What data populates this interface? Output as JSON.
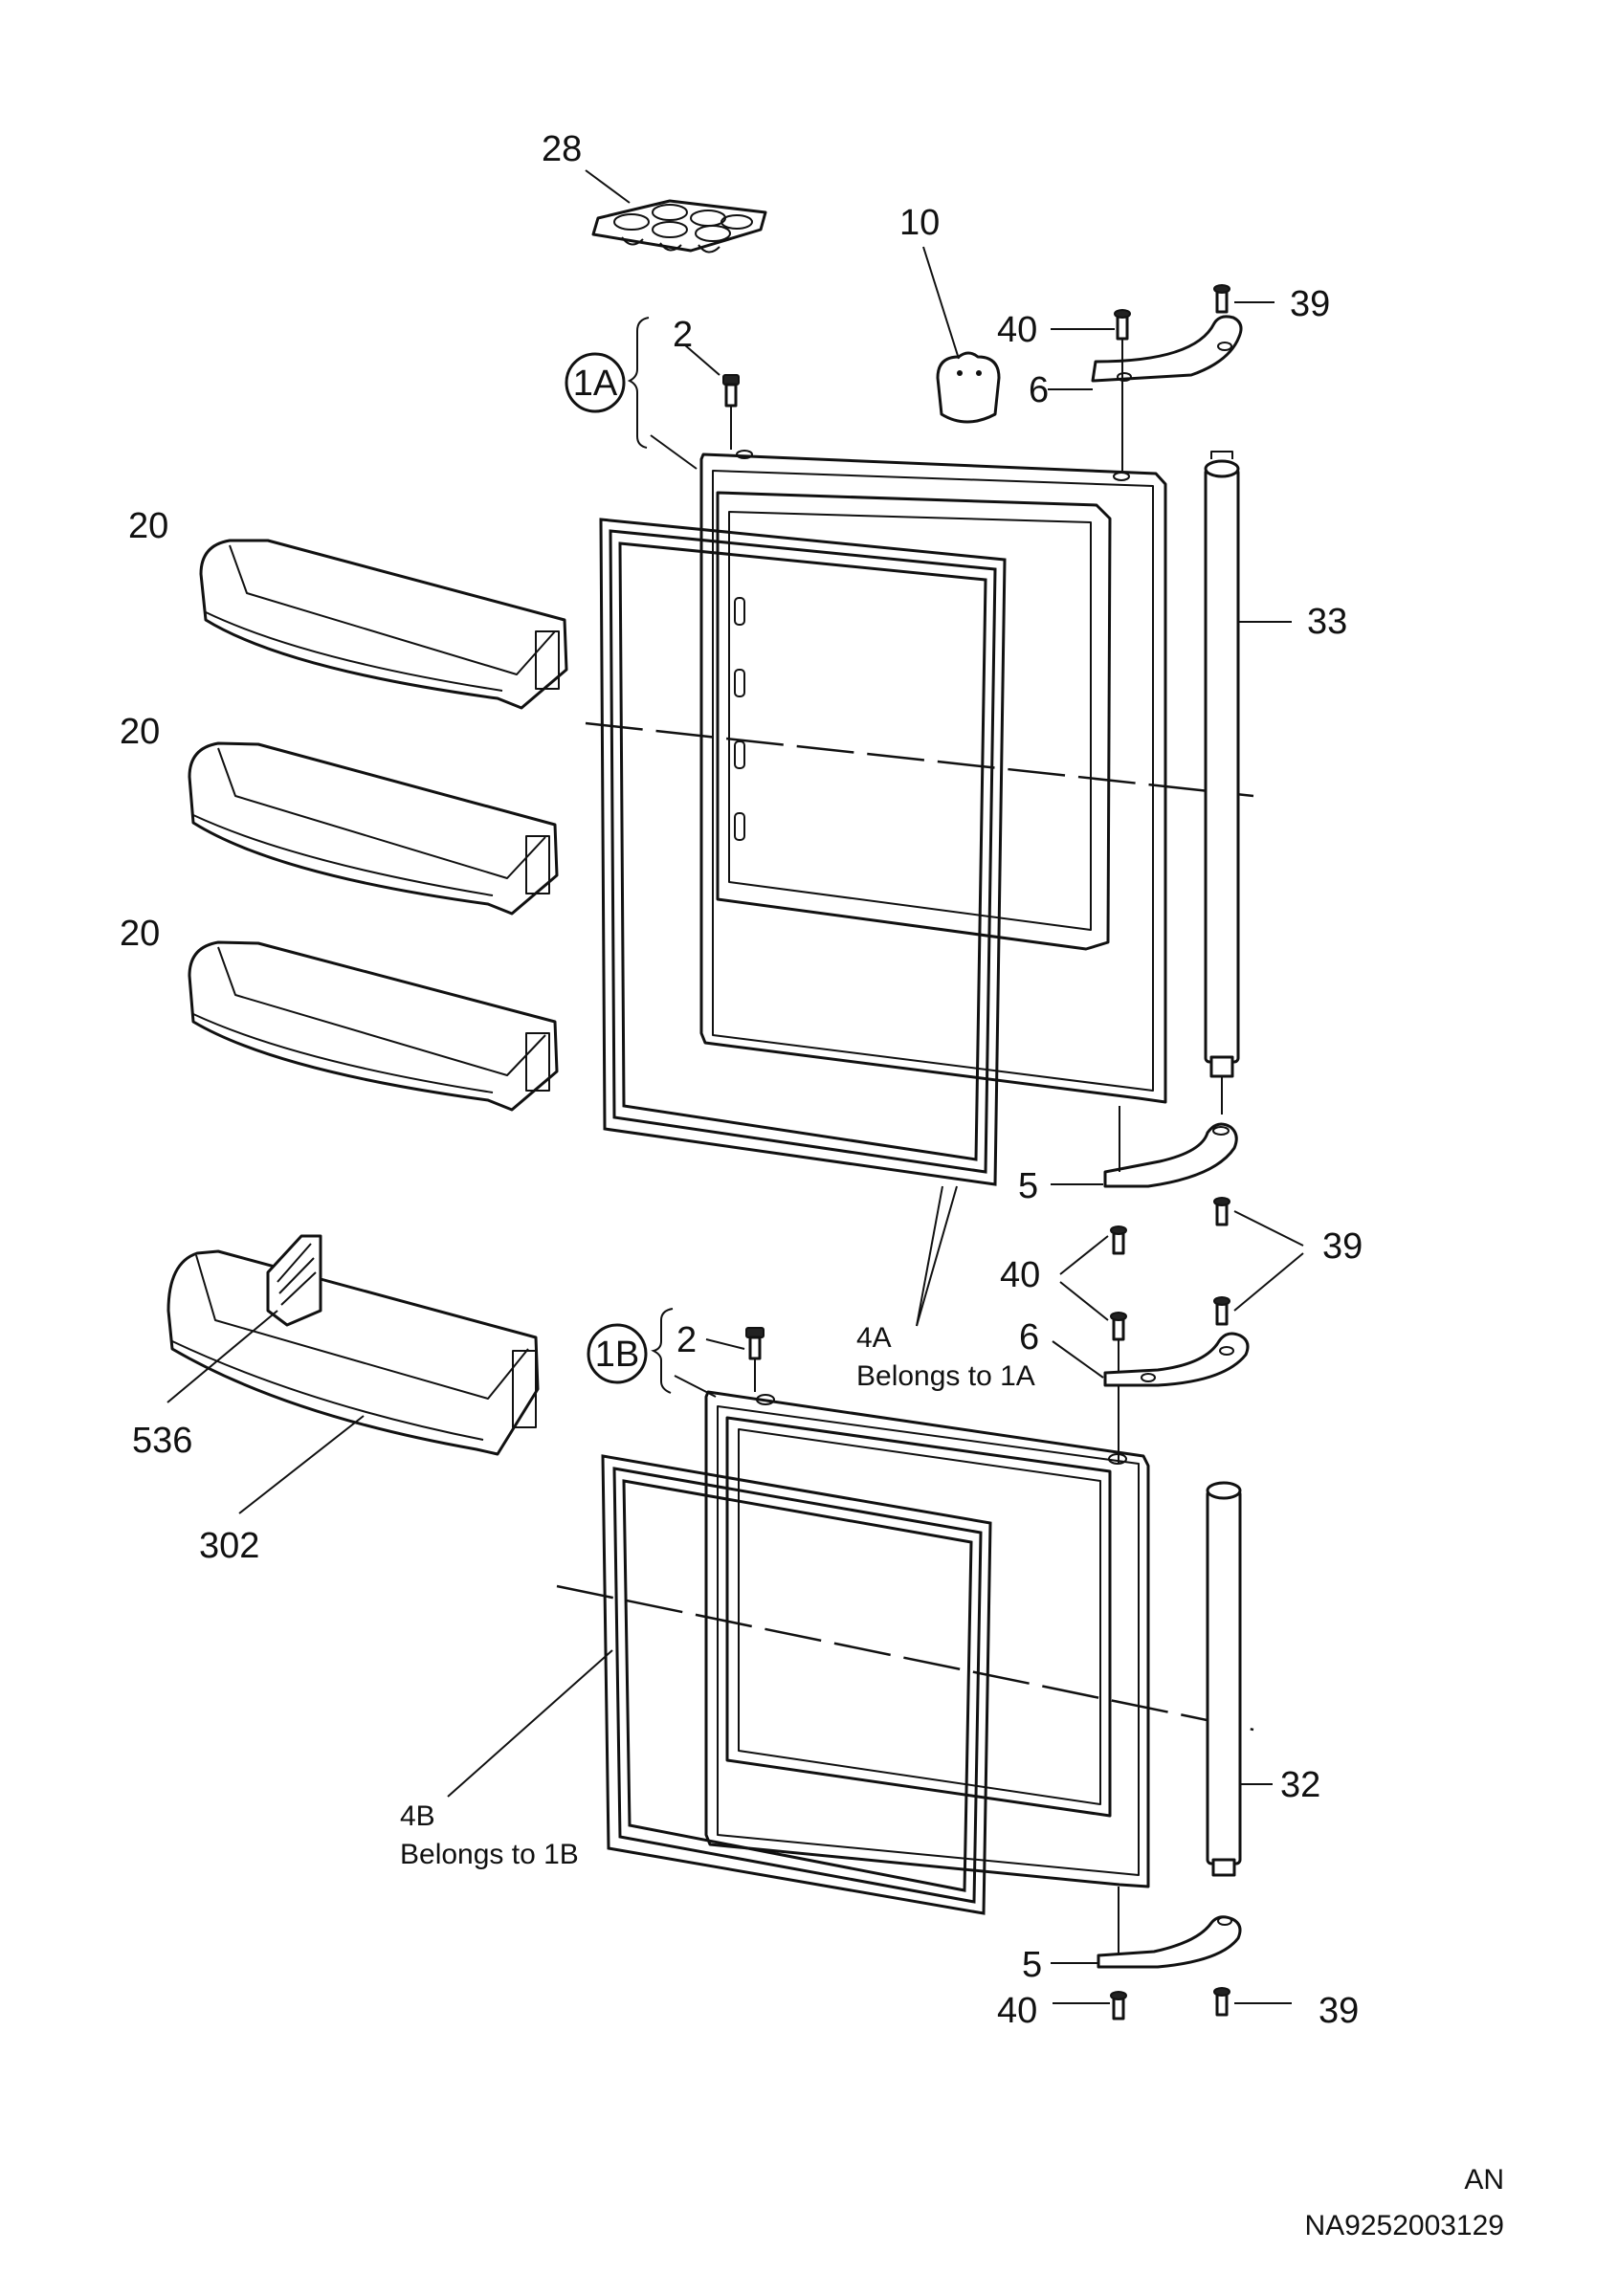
{
  "labels": {
    "p28": "28",
    "p10": "10",
    "p2a": "2",
    "p1a": "1A",
    "p40a": "40",
    "p39a": "39",
    "p6a": "6",
    "p33": "33",
    "p20a": "20",
    "p20b": "20",
    "p20c": "20",
    "p5a": "5",
    "p40b": "40",
    "p39b": "39",
    "p6b": "6",
    "p4a": "4A",
    "p4a_note": "Belongs to 1A",
    "p1b": "1B",
    "p2b": "2",
    "p536": "536",
    "p302": "302",
    "p32": "32",
    "p4b": "4B",
    "p4b_note": "Belongs to 1B",
    "p5b": "5",
    "p40c": "40",
    "p39c": "39"
  },
  "footer": {
    "lang": "AN",
    "doc_code": "NA9252003129"
  }
}
